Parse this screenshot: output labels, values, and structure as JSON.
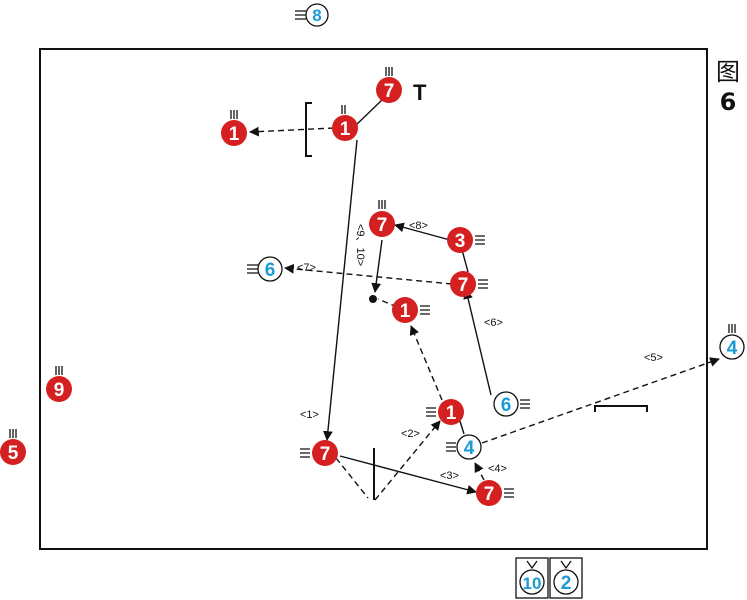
{
  "figure": {
    "label": "图",
    "number": "6"
  },
  "colors": {
    "team_red": "#d42020",
    "team_blue_text": "#1b9ad6",
    "line": "#111111"
  },
  "players": [
    {
      "id": "p8-top",
      "team": "blue",
      "label": "8"
    },
    {
      "id": "p7-top",
      "team": "red",
      "label": "7"
    },
    {
      "id": "p1-left",
      "team": "red",
      "label": "1"
    },
    {
      "id": "p1-top",
      "team": "red",
      "label": "1"
    },
    {
      "id": "p7-mid",
      "team": "red",
      "label": "7"
    },
    {
      "id": "p3",
      "team": "red",
      "label": "3"
    },
    {
      "id": "p6-left",
      "team": "blue",
      "label": "6"
    },
    {
      "id": "p7-right",
      "team": "red",
      "label": "7"
    },
    {
      "id": "p1-mid",
      "team": "red",
      "label": "1"
    },
    {
      "id": "p4-right",
      "team": "blue",
      "label": "4"
    },
    {
      "id": "p9",
      "team": "red",
      "label": "9"
    },
    {
      "id": "p6-low",
      "team": "blue",
      "label": "6"
    },
    {
      "id": "p1-low",
      "team": "red",
      "label": "1"
    },
    {
      "id": "p5",
      "team": "red",
      "label": "5"
    },
    {
      "id": "p4-low",
      "team": "blue",
      "label": "4"
    },
    {
      "id": "p7-low",
      "team": "red",
      "label": "7"
    },
    {
      "id": "p7-bottom",
      "team": "red",
      "label": "7"
    },
    {
      "id": "p10",
      "team": "blue",
      "label": "10"
    },
    {
      "id": "p2",
      "team": "blue",
      "label": "2"
    }
  ],
  "marker_t": "T",
  "step_labels": {
    "s1": "<1>",
    "s2": "<2>",
    "s3": "<3>",
    "s4": "<4>",
    "s5": "<5>",
    "s6": "<6>",
    "s7": "<7>",
    "s8": "<8>",
    "s9_10": "<9、10>"
  }
}
